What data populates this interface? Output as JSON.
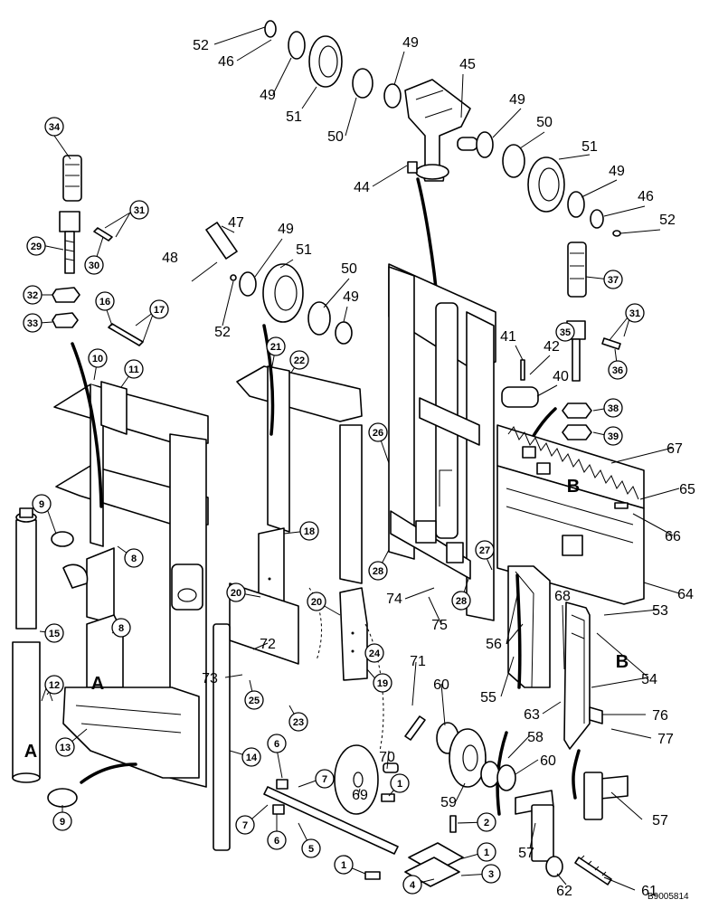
{
  "figure_code": "B9005814",
  "reference_letters": [
    "A",
    "B"
  ],
  "plain_callouts": [
    {
      "id": "52a",
      "label": "52"
    },
    {
      "id": "46a",
      "label": "46"
    },
    {
      "id": "49a",
      "label": "49"
    },
    {
      "id": "51a",
      "label": "51"
    },
    {
      "id": "50a",
      "label": "50"
    },
    {
      "id": "49b",
      "label": "49"
    },
    {
      "id": "45",
      "label": "45"
    },
    {
      "id": "49c",
      "label": "49"
    },
    {
      "id": "50b",
      "label": "50"
    },
    {
      "id": "51b",
      "label": "51"
    },
    {
      "id": "49d",
      "label": "49"
    },
    {
      "id": "46b",
      "label": "46"
    },
    {
      "id": "52b",
      "label": "52"
    },
    {
      "id": "44",
      "label": "44"
    },
    {
      "id": "47",
      "label": "47"
    },
    {
      "id": "49e",
      "label": "49"
    },
    {
      "id": "48",
      "label": "48"
    },
    {
      "id": "51c",
      "label": "51"
    },
    {
      "id": "52c",
      "label": "52"
    },
    {
      "id": "50c",
      "label": "50"
    },
    {
      "id": "49f",
      "label": "49"
    },
    {
      "id": "41",
      "label": "41"
    },
    {
      "id": "42",
      "label": "42"
    },
    {
      "id": "40",
      "label": "40"
    },
    {
      "id": "67",
      "label": "67"
    },
    {
      "id": "65",
      "label": "65"
    },
    {
      "id": "66",
      "label": "66"
    },
    {
      "id": "64",
      "label": "64"
    },
    {
      "id": "53",
      "label": "53"
    },
    {
      "id": "68",
      "label": "68"
    },
    {
      "id": "54",
      "label": "54"
    },
    {
      "id": "74",
      "label": "74"
    },
    {
      "id": "75",
      "label": "75"
    },
    {
      "id": "56",
      "label": "56"
    },
    {
      "id": "72",
      "label": "72"
    },
    {
      "id": "71",
      "label": "71"
    },
    {
      "id": "73",
      "label": "73"
    },
    {
      "id": "60a",
      "label": "60"
    },
    {
      "id": "55",
      "label": "55"
    },
    {
      "id": "63",
      "label": "63"
    },
    {
      "id": "76",
      "label": "76"
    },
    {
      "id": "77",
      "label": "77"
    },
    {
      "id": "58",
      "label": "58"
    },
    {
      "id": "70",
      "label": "70"
    },
    {
      "id": "60b",
      "label": "60"
    },
    {
      "id": "69",
      "label": "69"
    },
    {
      "id": "59",
      "label": "59"
    },
    {
      "id": "57a",
      "label": "57"
    },
    {
      "id": "57b",
      "label": "57"
    },
    {
      "id": "62",
      "label": "62"
    },
    {
      "id": "61",
      "label": "61"
    }
  ],
  "circled_callouts": [
    {
      "id": "34",
      "label": "34"
    },
    {
      "id": "31a",
      "label": "31"
    },
    {
      "id": "29",
      "label": "29"
    },
    {
      "id": "30",
      "label": "30"
    },
    {
      "id": "32",
      "label": "32"
    },
    {
      "id": "16",
      "label": "16"
    },
    {
      "id": "17",
      "label": "17"
    },
    {
      "id": "33",
      "label": "33"
    },
    {
      "id": "10",
      "label": "10"
    },
    {
      "id": "11",
      "label": "11"
    },
    {
      "id": "21",
      "label": "21"
    },
    {
      "id": "22",
      "label": "22"
    },
    {
      "id": "37",
      "label": "37"
    },
    {
      "id": "35",
      "label": "35"
    },
    {
      "id": "31b",
      "label": "31"
    },
    {
      "id": "36",
      "label": "36"
    },
    {
      "id": "38",
      "label": "38"
    },
    {
      "id": "39",
      "label": "39"
    },
    {
      "id": "26",
      "label": "26"
    },
    {
      "id": "9a",
      "label": "9"
    },
    {
      "id": "8a",
      "label": "8"
    },
    {
      "id": "18",
      "label": "18"
    },
    {
      "id": "27",
      "label": "27"
    },
    {
      "id": "20a",
      "label": "20"
    },
    {
      "id": "28a",
      "label": "28"
    },
    {
      "id": "28b",
      "label": "28"
    },
    {
      "id": "15",
      "label": "15"
    },
    {
      "id": "8b",
      "label": "8"
    },
    {
      "id": "20b",
      "label": "20"
    },
    {
      "id": "24",
      "label": "24"
    },
    {
      "id": "12",
      "label": "12"
    },
    {
      "id": "25",
      "label": "25"
    },
    {
      "id": "19",
      "label": "19"
    },
    {
      "id": "23",
      "label": "23"
    },
    {
      "id": "13",
      "label": "13"
    },
    {
      "id": "14",
      "label": "14"
    },
    {
      "id": "6a",
      "label": "6"
    },
    {
      "id": "7a",
      "label": "7"
    },
    {
      "id": "1a",
      "label": "1"
    },
    {
      "id": "9b",
      "label": "9"
    },
    {
      "id": "7b",
      "label": "7"
    },
    {
      "id": "2",
      "label": "2"
    },
    {
      "id": "6b",
      "label": "6"
    },
    {
      "id": "5",
      "label": "5"
    },
    {
      "id": "1b",
      "label": "1"
    },
    {
      "id": "1c",
      "label": "1"
    },
    {
      "id": "3",
      "label": "3"
    },
    {
      "id": "4",
      "label": "4"
    }
  ]
}
